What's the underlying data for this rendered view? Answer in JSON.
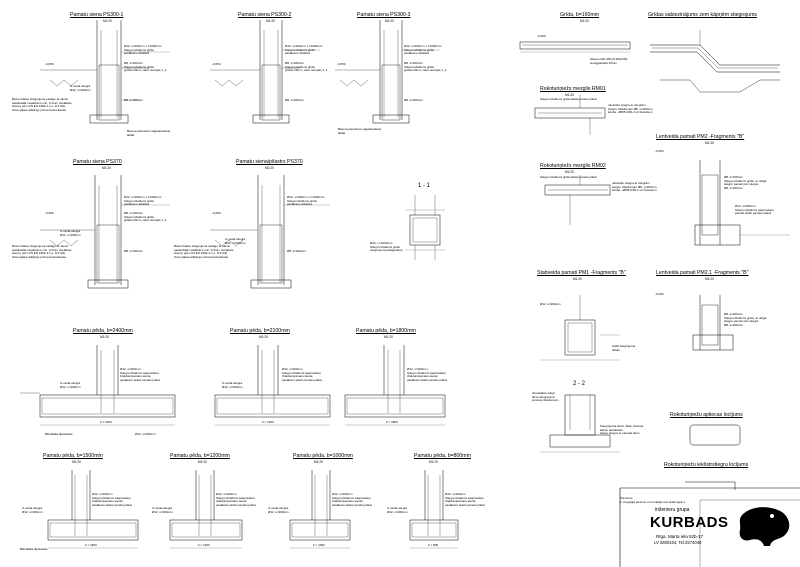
{
  "titles": {
    "ps300_1": "Pamatu siena PS300-1",
    "ps300_2": "Pamatu siena PS300-2",
    "ps300_3": "Pamatu siena PS300-3",
    "ps370": "Pamatu siena PS370",
    "pilastrs": "Pamatu siena/pilastrs PS370",
    "p2400": "Pamatu pēda, b=2400mm",
    "p2100": "Pamatu pēda, b=2100mm",
    "p1800": "Pamatu pēda, b=1800mm",
    "p1500": "Pamatu pēda, b=1500mm",
    "p1200": "Pamatu pēda, b=1200mm",
    "p1000": "Pamatu pēda, b=1000mm",
    "p800": "Pamatu pēda, b=800mm",
    "grida": "Grīda, b=160mm",
    "savienojums": "Grīdas sabiezinājums zem kāpņēm stiegrojums",
    "rm01": "Rokoturiņiežs mezglis RM01",
    "rm02": "Rokoturiņiežs mezglis RM02",
    "pm2": "Lentveida pamati PM2 -Fragments \"B\"",
    "pm1": "Stabveida pamati PM1 -Fragments \"B\"",
    "pm21": "Lentveida pamati PM2.1 -Fragments \"B\"",
    "apliecas": "Rokoturiņiežu apliecas locījums",
    "iekstrs": "Rokoturiņiežu iekšstrstiegru locījums"
  },
  "scale": "M1:20",
  "sections": {
    "s11": "1 - 1",
    "s22": "2 - 2"
  },
  "levels": {
    "l050": "-0,050",
    "l250": "-0,250"
  },
  "notes": {
    "ps300_1": "Betoni klasei stiegrojuma pielāgo ar stienu\nsastāvdaļā nosaklums min. 0,3mm (Lielāksie\nstienu) pēc LVS EN 1992-1-1 p. 8.2.3(2)\nSuvei jāļaut atšķirīgs prima betonēšanas.",
    "ps370": "Betoni klasei stiegrojuma pielāgo ar stienu\nsastāvdaļā nosaklums min. 0,3mm (Lielāksie\nstienu) pēc LVS EN 1992-1-1 p. 8.2.3(2)\nSuvei jāļaut atšķirīgs prima betonēšanas.",
    "pilastrs": "Betoni klasei stiegrojuma pielāgo ar stienu\nsastāvdaļā nosaklums min. 0,3mm (Lielāksie\nstienu) pēc LVS EN 1992-1-1 p. 8.2.3(2)\nSuvei jāļaut atšķirīgs prima betonēšanas."
  },
  "labels": {
    "stiegr1": "Ø12, s=200mm, L=1000mm\nStiegru izlaidumi grīdā\npasākums atbalsta",
    "stiegr2": "Ø8, s=200mm\nStiegru izlaidumi grīdā\ngrīdas 20mm, skat. lēmsjās 1, 2",
    "u_veida": "U-veida stiegra\nØ12, s=200mm",
    "apliecs": "Ø8, s=200mm",
    "betona": "Betona pamatnes sagatavošana\nlabāk",
    "blinding": "Blīnditāka lāpsteidas",
    "pedas1": "Ø12, s=200mm\nStiegru izlaidumi saspriešanu\nizlaidumipamatu sienai,\npasākumi skatīt pamatu plānā",
    "pedas_b": "Ø12, s=200mm",
    "iekšā": "Ø12, L=1000mm\nStiegru izlaidumi grīdā\nstiegrojuma pielāgošana",
    "grida1": "Stiegru tīkls Ø8 (d=200x200\nsmeggauļaža 15mm",
    "rm01a": "Stiegru izlaidumi grīdā skatā pamatu plānā",
    "rm01b": "nāvinātie stiegra ar stiegrām\nstiegru izlaidumam Ø8, s=200mm\nkūrdie ~Ø8/8-6/36-2 uz bīstošiem",
    "rm02a": "Stiegru izlaidumi grīdā skatā pamatu plānā",
    "rm02b": "nāvinātie stiegra ar stiegrām\nstiegru izlaidumam Ø8, s=200mm\nkūrdie ~Ø8/8-6/36-2 uz bīstošiem",
    "pm1a": "Ø12, s=200mm",
    "pm1b": "Gaiši stiegrojuma\ntīklots",
    "s22a": "Izturētākes stiegr.\ntikne stiegrojuma\nkolonas izlaidumam",
    "s22b": "Stiegrojuma stūvs. Skat. kolonas\nkāpņu aprakstam,\nstieņu stiegra ar pamata diem",
    "pm2a": "Ø8, s=200mm\nStiegru izlaidumi grīdā, ar ražgā\nstiegru pamati pēc stiegra\nØ8, s=200mm",
    "pm2b": "Ø12, s=200mm\nStiegru izlaidumi saspriešanu\npamati skatīt pamatu plānā",
    "piezimes": "Piezīmes\n1. Kopējāja piezīme un norādījumus skatīt lapā 1."
  },
  "dims": {
    "d2400": "b = 2400",
    "d2100": "b = 2100",
    "d1800": "b = 1800",
    "d1500": "b = 1500",
    "d1200": "b = 1200",
    "d1000": "b = 1000",
    "d800": "b = 800"
  },
  "titleblock": {
    "company_small": "inženieru grupa",
    "company": "KURBADS",
    "address": "Rīga, Marta iela 52b-17",
    "reg": "LV 2800104, Tel.2574040"
  }
}
